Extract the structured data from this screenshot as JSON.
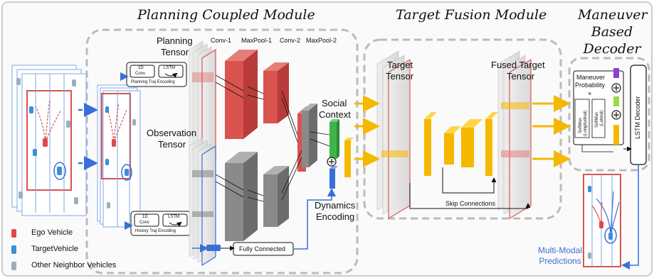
{
  "modules": {
    "planning": "Planning Coupled Module",
    "target_fusion": "Target Fusion Module",
    "decoder_line1": "Maneuver",
    "decoder_line2": "Based",
    "decoder_line3": "Decoder"
  },
  "tensors": {
    "planning_line1": "Planning",
    "planning_line2": "Tensor",
    "observation_line1": "Observation",
    "observation_line2": "Tensor",
    "target_line1": "Target",
    "target_line2": "Tensor",
    "fused_line1": "Fused Target",
    "fused_line2": "Tensor"
  },
  "layers": {
    "conv1": "Conv-1",
    "maxpool1": "MaxPool-1",
    "conv2": "Conv-2",
    "maxpool2": "MaxPool-2"
  },
  "encoders": {
    "planning_1d": "1D",
    "planning_conv": "Conv",
    "planning_lstm": "LSTM",
    "planning_caption": "Planning Traj Encoding",
    "history_1d": "1D",
    "history_conv": "Conv",
    "history_lstm": "LSTM",
    "history_caption": "History Traj Encoding"
  },
  "labels": {
    "social_line1": "Social",
    "social_line2": "Context",
    "dynamics_line1": "Dynamics",
    "dynamics_line2": "Encoding",
    "fully_connected": "Fully Connected",
    "skip_connections": "Skip Connections",
    "maneuver_prob_line1": "Maneuver",
    "maneuver_prob_line2": "Probability",
    "softmax_lat_1": "SoftMax",
    "softmax_lat_2": "(Lateral)",
    "softmax_lon_1": "SoftMax",
    "softmax_lon_2": "(Longitudinal)",
    "lstm_decoder": "LSTM Decoder",
    "pred_line1": "Multi-Modal",
    "pred_line2": "Predictions",
    "plus": "⊕",
    "times": "×"
  },
  "legend": [
    {
      "label": "Ego Vehicle",
      "color": "#e0474c"
    },
    {
      "label": "TargetVehicle",
      "color": "#3a8fd8"
    },
    {
      "label": "Other Neighbor Vehicles",
      "color": "#9ab0bd"
    }
  ],
  "colors": {
    "red_block": "#d9534f",
    "gray_block": "#8a8a8a",
    "orange": "#f5b800",
    "blue_arrow": "#3a6fd8",
    "green": "#3db54a",
    "purple": "#8b3fd0",
    "light_green": "#9bd84a",
    "dashed_border": "#bbbbbb"
  }
}
